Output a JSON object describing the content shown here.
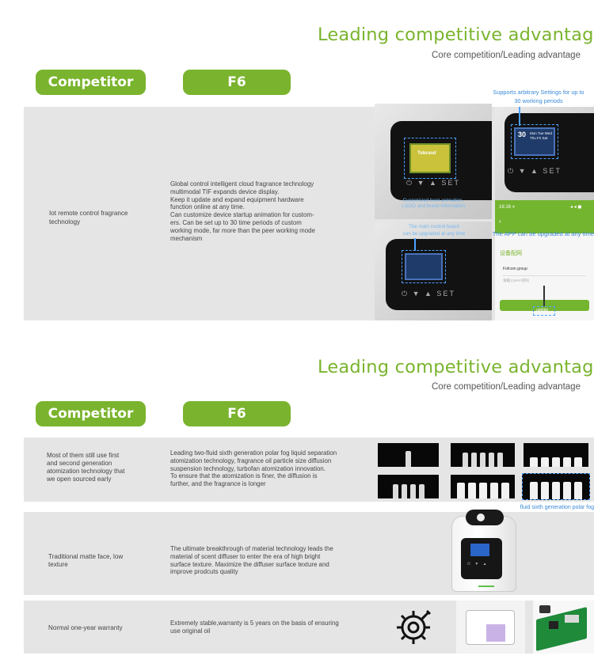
{
  "section1": {
    "title": "Leading competitive advantage/",
    "subtitle": "Core competition/Leading advantage",
    "pill_competitor": "Competitor",
    "pill_product": "F6",
    "left_text": [
      "Iot remote control fragrance",
      "technology"
    ],
    "desc_lines": [
      "Global control intelligent cloud fragrance technology",
      "multimodal TIF expands device display.",
      "Keep it update and expand equipment hardware",
      "function online at any time.",
      "Can customize device startup animation for custom-",
      "ers. Can be set up to 30 time periods of custom",
      "working mode, far more than the peer working mode",
      "mechanism"
    ],
    "annot_top_right": [
      "Supports arbitrary Settings for up to",
      "30 working periods"
    ],
    "annot_boot": [
      "Customized boot animation,",
      "LOGO and brand information"
    ],
    "annot_board": [
      "The main control board",
      "can be upgraded at any time"
    ],
    "annot_app": "The APP can be upgraded at any time",
    "controls": "⏻  ▼  ▲  SET",
    "phone": {
      "status": "16:16 ⋄",
      "signal": "◂ ◂ ◼",
      "menu_title": "设备配网",
      "wifi_label": "Fofcom group",
      "password_hint": "请输入Wi-Fi密码",
      "update_btn": "update"
    },
    "screen_lines": [
      "30",
      "Mon Tue Wed",
      "Thu Fri Sat"
    ],
    "boot_logo": "Tobrand"
  },
  "section2": {
    "title": "Leading competitive advantage/",
    "subtitle": "Core competition/Leading advantage",
    "pill_competitor": "Competitor",
    "pill_product": "F6",
    "row1": {
      "left_text": [
        "Most of them still use first",
        "and second generation",
        "atomization technology that",
        "we open sourced early"
      ],
      "desc_lines": [
        "Leading two-fluid sixth generation polar fog liquid separation",
        "atomization technology,  fragrance oil particle size diffusion",
        "suspension  technology,  turbofan  atomization  innovation.",
        "To ensure that the atomization is finer, the diffusion is",
        "further, and the fragrance is longer"
      ],
      "caption": "fluid sixth generation polar fog"
    },
    "row2": {
      "left_text": [
        "Traditional matte face, low",
        "texture"
      ],
      "desc_lines": [
        "The ultimate breakthrough of material technology leads the",
        "material of scent diffuser to enter the era of high bright",
        "surface texture. Maximize the diffuser surface texture and",
        "improve prodcuts quality"
      ]
    },
    "row3": {
      "left_text": [
        "Normal one-year warranty"
      ],
      "desc_lines": [
        "Extremely stable,warranty is 5 years on the basis of ensuring",
        "use original oil"
      ]
    }
  },
  "colors": {
    "accent": "#7ab42e",
    "band": "#e6e5e5",
    "annotation": "#3a8ad6"
  }
}
